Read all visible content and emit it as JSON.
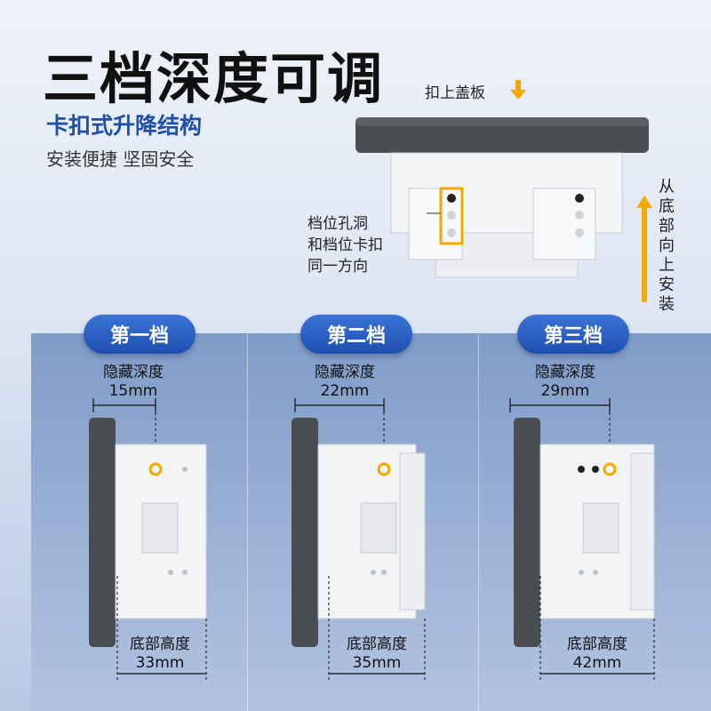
{
  "header": {
    "headline": "三档深度可调",
    "subhead": "卡扣式升降结构",
    "tagline": "安装便捷 坚固安全"
  },
  "top_diagram": {
    "cover_label": "扣上盖板",
    "side_label": "从底部向上安装",
    "hole_note": [
      "档位孔洞",
      "和档位卡扣",
      "同一方向"
    ],
    "arrow_color": "#f2a900"
  },
  "panels": [
    {
      "badge": "第一档",
      "hidden_label": "隐藏深度",
      "hidden_value": "15mm",
      "bottom_label": "底部高度",
      "bottom_value": "33mm"
    },
    {
      "badge": "第二档",
      "hidden_label": "隐藏深度",
      "hidden_value": "22mm",
      "bottom_label": "底部高度",
      "bottom_value": "35mm"
    },
    {
      "badge": "第三档",
      "hidden_label": "隐藏深度",
      "hidden_value": "29mm",
      "bottom_label": "底部高度",
      "bottom_value": "42mm"
    }
  ],
  "colors": {
    "accent_blue": "#1f4fa8",
    "badge_blue": "#2a62c6",
    "frame_gray": "#4a4d52",
    "highlight_orange": "#f2a900"
  }
}
